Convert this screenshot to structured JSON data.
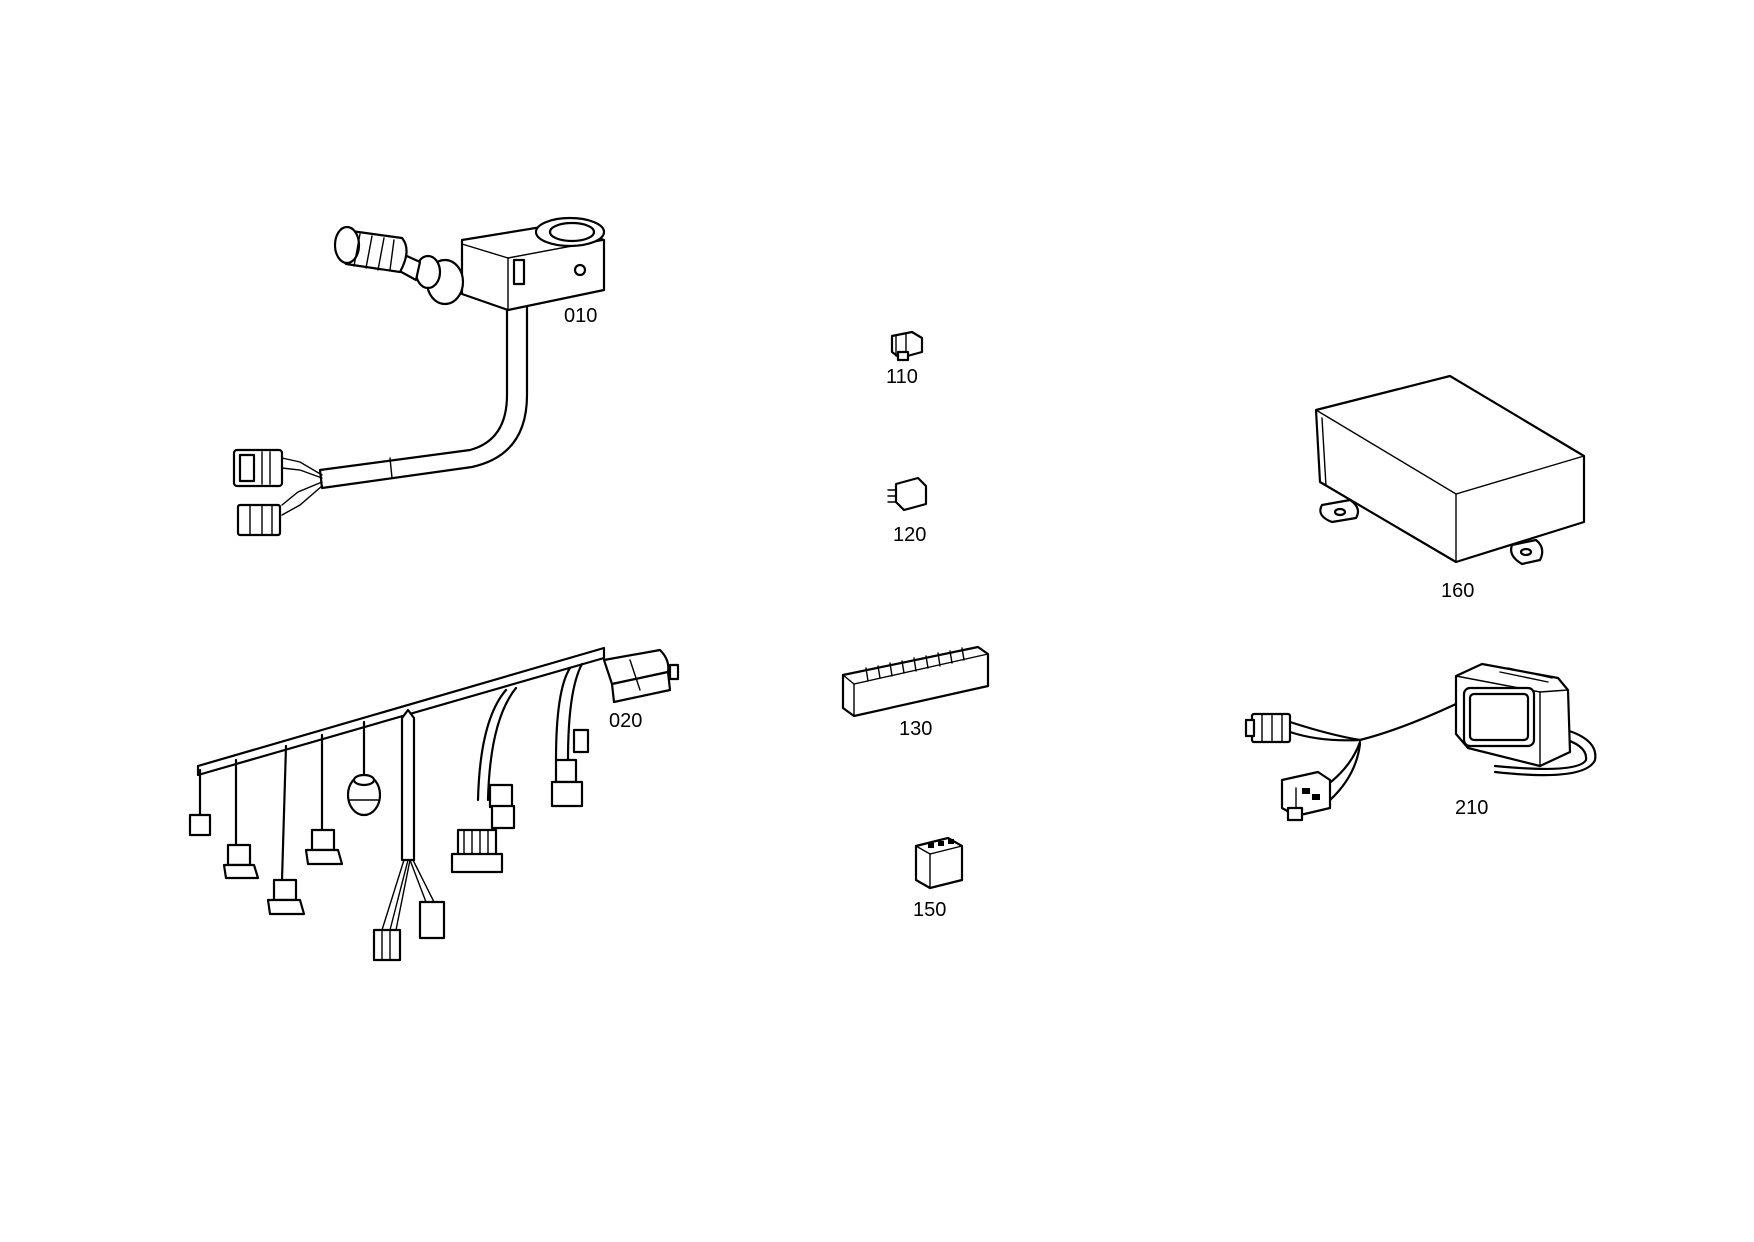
{
  "parts": [
    {
      "id": "010"
    },
    {
      "id": "020"
    },
    {
      "id": "110"
    },
    {
      "id": "120"
    },
    {
      "id": "130"
    },
    {
      "id": "150"
    },
    {
      "id": "160"
    },
    {
      "id": "210"
    }
  ]
}
